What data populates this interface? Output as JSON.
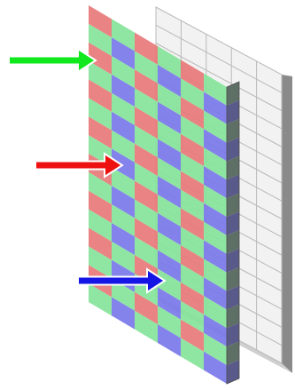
{
  "diagram": {
    "filter_colors": {
      "red": "#e8787a",
      "green": "#86e49a",
      "blue": "#7a78ea"
    },
    "sensor_color": "#f2f2f2",
    "grid_line_color": "#b9b9b9",
    "filter_rows": 16,
    "filter_cols": 6,
    "sensor_rows": 16,
    "sensor_cols": 5,
    "arrows": [
      {
        "color_name": "green",
        "color": "#11e81d",
        "icon": "arrow-right-icon"
      },
      {
        "color_name": "red",
        "color": "#ee1111",
        "icon": "arrow-right-icon"
      },
      {
        "color_name": "blue",
        "color": "#1515e6",
        "icon": "arrow-right-icon"
      }
    ]
  }
}
